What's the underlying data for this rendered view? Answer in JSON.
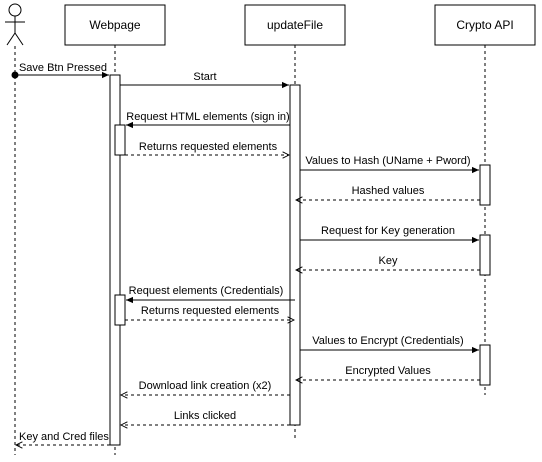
{
  "diagram": {
    "type": "sequence",
    "actor": {
      "label": ""
    },
    "participants": [
      {
        "id": "webpage",
        "label": "Webpage"
      },
      {
        "id": "updatefile",
        "label": "updateFile"
      },
      {
        "id": "crypto",
        "label": "Crypto API"
      }
    ],
    "messages": [
      {
        "from": "actor",
        "to": "webpage",
        "label": "Save Btn Pressed",
        "style": "found"
      },
      {
        "from": "webpage",
        "to": "updatefile",
        "label": "Start",
        "style": "sync"
      },
      {
        "from": "updatefile",
        "to": "webpage",
        "label": "Request HTML elements (sign in)",
        "style": "sync"
      },
      {
        "from": "webpage",
        "to": "updatefile",
        "label": "Returns requested elements",
        "style": "return"
      },
      {
        "from": "updatefile",
        "to": "crypto",
        "label": "Values to Hash (UName + Pword)",
        "style": "sync"
      },
      {
        "from": "crypto",
        "to": "updatefile",
        "label": "Hashed values",
        "style": "return"
      },
      {
        "from": "updatefile",
        "to": "crypto",
        "label": "Request for Key generation",
        "style": "sync"
      },
      {
        "from": "crypto",
        "to": "updatefile",
        "label": "Key",
        "style": "return"
      },
      {
        "from": "updatefile",
        "to": "webpage",
        "label": "Request elements (Credentials)",
        "style": "sync"
      },
      {
        "from": "webpage",
        "to": "updatefile",
        "label": "Returns requested elements",
        "style": "return"
      },
      {
        "from": "updatefile",
        "to": "crypto",
        "label": "Values to Encrypt (Credentials)",
        "style": "sync"
      },
      {
        "from": "crypto",
        "to": "updatefile",
        "label": "Encrypted Values",
        "style": "return"
      },
      {
        "from": "updatefile",
        "to": "webpage",
        "label": "Download link creation (x2)",
        "style": "return"
      },
      {
        "from": "updatefile",
        "to": "webpage",
        "label": "Links clicked",
        "style": "return"
      },
      {
        "from": "webpage",
        "to": "actor",
        "label": "Key and Cred files",
        "style": "return"
      }
    ]
  }
}
